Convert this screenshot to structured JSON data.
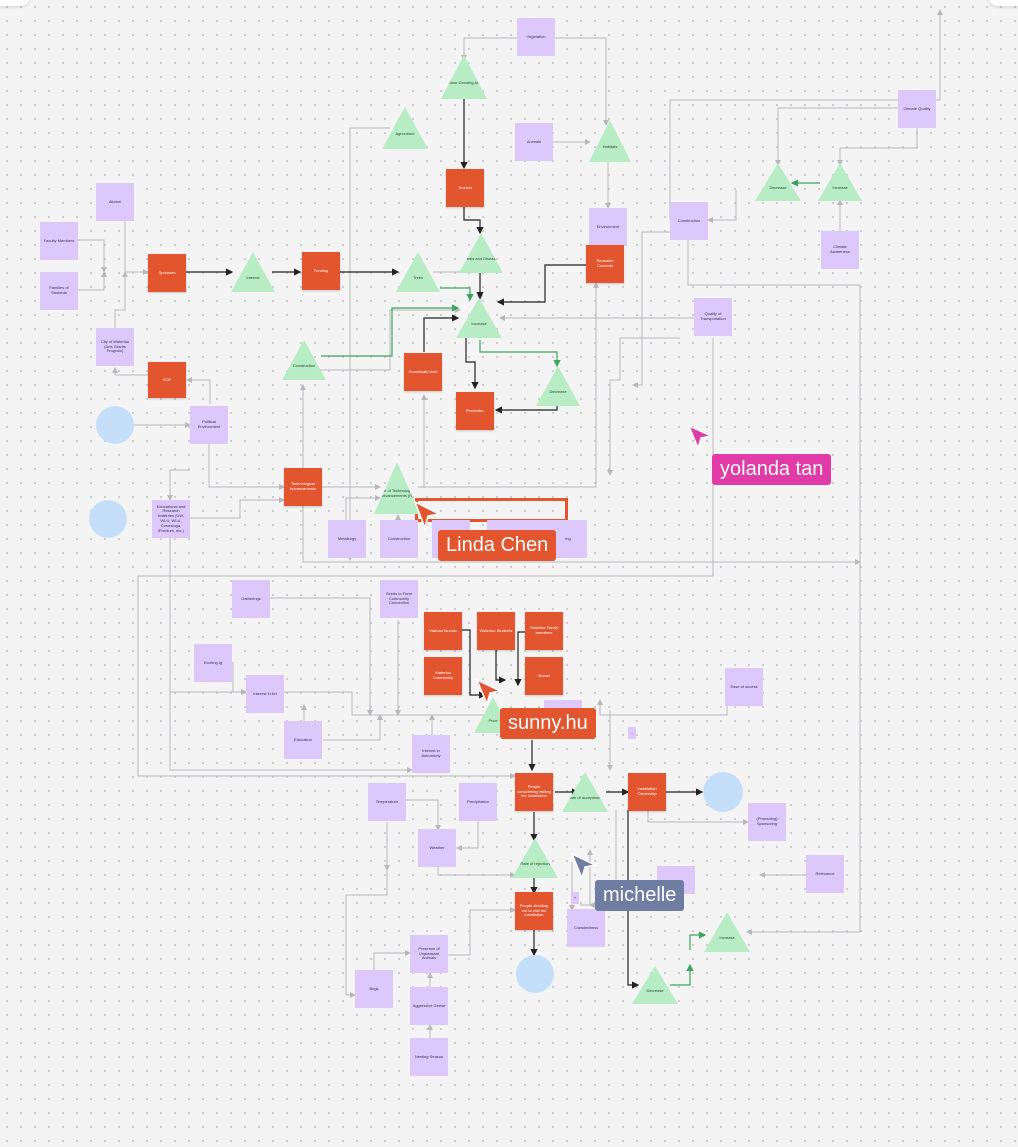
{
  "nodes": [
    {
      "id": "vegetation",
      "type": "sticky",
      "label": "Vegetation"
    },
    {
      "id": "outdoor_growing",
      "type": "tri",
      "label": "Outdoor Growing Areas"
    },
    {
      "id": "climate_quality",
      "type": "sticky",
      "label": "Climate Quality"
    },
    {
      "id": "agriculture",
      "type": "tri",
      "label": "Agriculture"
    },
    {
      "id": "animals",
      "type": "sticky",
      "label": "Animals"
    },
    {
      "id": "habitats",
      "type": "tri",
      "label": "Habitats"
    },
    {
      "id": "tourism",
      "type": "rect",
      "label": "Tourism"
    },
    {
      "id": "decrease_top",
      "type": "tri",
      "label": "Decrease"
    },
    {
      "id": "increase_top",
      "type": "tri",
      "label": "Increase"
    },
    {
      "id": "alumni",
      "type": "sticky",
      "label": "Alumni"
    },
    {
      "id": "environment",
      "type": "sticky",
      "label": "Environment"
    },
    {
      "id": "construction_top",
      "type": "sticky",
      "label": "Construction"
    },
    {
      "id": "climate_awareness",
      "type": "sticky",
      "label": "Climate Awareness"
    },
    {
      "id": "faculty",
      "type": "sticky",
      "label": "Faculty Members"
    },
    {
      "id": "pests",
      "type": "tri",
      "label": "Pests and Disease"
    },
    {
      "id": "reusable_concrete",
      "type": "rect",
      "label": "Reusable Concrete"
    },
    {
      "id": "families",
      "type": "sticky",
      "label": "Families of Students"
    },
    {
      "id": "sponsors",
      "type": "rect",
      "label": "Sponsors"
    },
    {
      "id": "interest_mid",
      "type": "tri",
      "label": "Interest"
    },
    {
      "id": "funding",
      "type": "rect",
      "label": "Funding"
    },
    {
      "id": "trees",
      "type": "tri",
      "label": "Trees"
    },
    {
      "id": "increase_center",
      "type": "tri",
      "label": "Increase"
    },
    {
      "id": "quality_transport",
      "type": "sticky",
      "label": "Quality of Transportation"
    },
    {
      "id": "city_waterloo",
      "type": "sticky",
      "label": "City of Waterloo (Arts Grants Program)"
    },
    {
      "id": "construction_tri",
      "type": "tri",
      "label": "Construction"
    },
    {
      "id": "gdp",
      "type": "rect",
      "label": "GDP"
    },
    {
      "id": "genetics_food",
      "type": "rect",
      "label": "Genetically food"
    },
    {
      "id": "decrease_center",
      "type": "tri",
      "label": "Decrease"
    },
    {
      "id": "pesticides",
      "type": "rect",
      "label": "Pesticides"
    },
    {
      "id": "circle_1",
      "type": "circle",
      "label": ""
    },
    {
      "id": "political_env",
      "type": "sticky",
      "label": "Political Environment"
    },
    {
      "id": "tech_adv",
      "type": "rect",
      "label": "Technological Advancements"
    },
    {
      "id": "rate_tech",
      "type": "tri",
      "label": "Rate of Technological Advancements (R)"
    },
    {
      "id": "circle_2",
      "type": "circle",
      "label": ""
    },
    {
      "id": "edu_research",
      "type": "sticky",
      "label": "Educational and Research Institutes (UW, WLU, WLU, Conestoga, iPrenium, etc.)"
    },
    {
      "id": "metallurgy",
      "type": "sticky",
      "label": "Metallurgy"
    },
    {
      "id": "construction_low",
      "type": "sticky",
      "label": "Construction"
    },
    {
      "id": "hidden_1",
      "type": "sticky",
      "label": ""
    },
    {
      "id": "hidden_2",
      "type": "sticky",
      "label": ""
    },
    {
      "id": "hidden_3",
      "type": "sticky",
      "label": ""
    },
    {
      "id": "hidden_4",
      "type": "sticky",
      "label": "ing"
    },
    {
      "id": "gatherings",
      "type": "sticky",
      "label": "Gatherings"
    },
    {
      "id": "seeds_farm",
      "type": "sticky",
      "label": "Seeds to Farm Community Connection"
    },
    {
      "id": "visitors",
      "type": "rect",
      "label": "Visitors/Tourists"
    },
    {
      "id": "waterloo_students",
      "type": "rect",
      "label": "Waterloo Students"
    },
    {
      "id": "waterloo_family",
      "type": "rect",
      "label": "Waterloo Family members"
    },
    {
      "id": "exciting",
      "type": "sticky",
      "label": "Exciting Ig"
    },
    {
      "id": "waterloo_community",
      "type": "rect",
      "label": "Waterloo Community"
    },
    {
      "id": "alumni_rect",
      "type": "rect",
      "label": "Alumni"
    },
    {
      "id": "ease_access",
      "type": "sticky",
      "label": "Ease of access"
    },
    {
      "id": "interest_art",
      "type": "sticky",
      "label": "Interest in Art"
    },
    {
      "id": "hidden_5",
      "type": "sticky",
      "label": ""
    },
    {
      "id": "price_tri",
      "type": "tri",
      "label": "Price"
    },
    {
      "id": "education",
      "type": "sticky",
      "label": "Education"
    },
    {
      "id": "interest_astronomy",
      "type": "sticky",
      "label": "Interest in Astronomy"
    },
    {
      "id": "small_dot",
      "type": "sticky",
      "label": "-"
    },
    {
      "id": "people_considering",
      "type": "rect",
      "label": "People considering visiting the installation"
    },
    {
      "id": "rate_acceptance",
      "type": "tri",
      "label": "Rate of acceptance"
    },
    {
      "id": "installation_ownership",
      "type": "rect",
      "label": "Installation Ownership"
    },
    {
      "id": "circle_3",
      "type": "circle",
      "label": ""
    },
    {
      "id": "temperature",
      "type": "sticky",
      "label": "Temperature"
    },
    {
      "id": "precipitation",
      "type": "sticky",
      "label": "Precipitation"
    },
    {
      "id": "promoting",
      "type": "sticky",
      "label": "(Promoting) Sponsoring"
    },
    {
      "id": "weather",
      "type": "sticky",
      "label": "Weather"
    },
    {
      "id": "rate_rejection",
      "type": "tri",
      "label": "Rate of rejection"
    },
    {
      "id": "hidden_6",
      "type": "sticky",
      "label": ""
    },
    {
      "id": "relevance",
      "type": "sticky",
      "label": "Relevance"
    },
    {
      "id": "small_dot_2",
      "type": "sticky",
      "label": "+"
    },
    {
      "id": "people_deciding",
      "type": "rect",
      "label": "People deciding not to visit the installation"
    },
    {
      "id": "crowdedness",
      "type": "sticky",
      "label": "Crowdedness"
    },
    {
      "id": "increase_low",
      "type": "tri",
      "label": "Increase"
    },
    {
      "id": "presence_animals",
      "type": "sticky",
      "label": "Presence of Unpleasant Animals"
    },
    {
      "id": "circle_4",
      "type": "circle",
      "label": ""
    },
    {
      "id": "decrease_low",
      "type": "tri",
      "label": "Decrease"
    },
    {
      "id": "bugs",
      "type": "sticky",
      "label": "Bugs"
    },
    {
      "id": "aggressive_geese",
      "type": "sticky",
      "label": "Aggressive Geese"
    },
    {
      "id": "nesting_season",
      "type": "sticky",
      "label": "Nesting Season"
    }
  ],
  "cursors": [
    {
      "id": "yolanda",
      "name": "yolanda tan",
      "color": "#e03ba6"
    },
    {
      "id": "linda",
      "name": "Linda Chen",
      "color": "#e2552f"
    },
    {
      "id": "sunny",
      "name": "sunny.hu",
      "color": "#e2552f"
    },
    {
      "id": "michelle",
      "name": "michelle",
      "color": "#6f7da3"
    }
  ],
  "colors": {
    "sticky": "#dcc8fb",
    "rect": "#e2552f",
    "tri": "#b8ecc4",
    "circle": "#c5defa",
    "line": "#b7b7bd",
    "arrow_dark": "#222222",
    "arrow_green": "#3aa55b"
  }
}
